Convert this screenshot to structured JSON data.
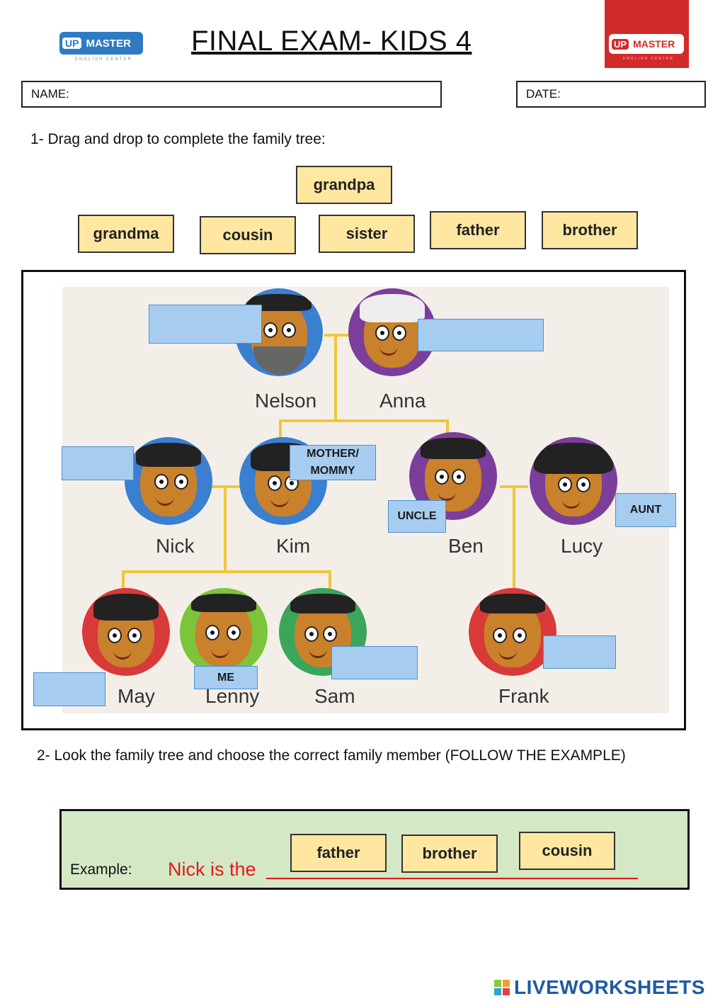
{
  "header": {
    "logo_left": {
      "up": "UP",
      "brand": "MASTER",
      "tagline": "ENGLISH CENTER"
    },
    "logo_right": {
      "up": "UP",
      "brand": "MASTER",
      "tagline": "ENGLISH CENTER"
    },
    "title": "FINAL EXAM- KIDS 4"
  },
  "fields": {
    "name_label": "NAME:",
    "date_label": "DATE:"
  },
  "question1": {
    "prompt": "1- Drag and drop to complete the family tree:",
    "words": [
      "grandpa",
      "grandma",
      "cousin",
      "sister",
      "father",
      "brother"
    ]
  },
  "tree": {
    "names": {
      "nelson": "Nelson",
      "anna": "Anna",
      "nick": "Nick",
      "kim": "Kim",
      "ben": "Ben",
      "lucy": "Lucy",
      "may": "May",
      "lenny": "Lenny",
      "sam": "Sam",
      "frank": "Frank"
    },
    "labels": {
      "mother": "MOTHER/ MOMMY",
      "uncle": "UNCLE",
      "aunt": "AUNT",
      "me": "ME"
    },
    "colors": {
      "line": "#f0c63a",
      "slot": "#a6cdf0",
      "word_tile": "#ffe7a1"
    }
  },
  "question2": {
    "prompt": "2- Look the family tree and choose the correct family member (FOLLOW THE EXAMPLE)",
    "example_label": "Example:",
    "example_sentence": "Nick is the",
    "options": [
      "father",
      "brother",
      "cousin"
    ]
  },
  "footer": {
    "watermark": "LIVEWORKSHEETS"
  }
}
